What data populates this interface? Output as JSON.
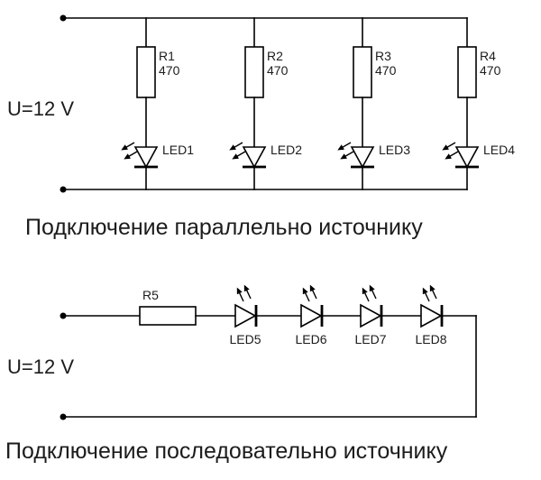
{
  "colors": {
    "wire": "#000000",
    "text": "#1c1c1c",
    "background": "#ffffff"
  },
  "top_circuit": {
    "voltage_label": "U=12 V",
    "caption": "Подключение параллельно источнику",
    "branches": [
      {
        "resistor_name": "R1",
        "resistor_value": "470",
        "led": "LED1"
      },
      {
        "resistor_name": "R2",
        "resistor_value": "470",
        "led": "LED2"
      },
      {
        "resistor_name": "R3",
        "resistor_value": "470",
        "led": "LED3"
      },
      {
        "resistor_name": "R4",
        "resistor_value": "470",
        "led": "LED4"
      }
    ]
  },
  "bottom_circuit": {
    "voltage_label": "U=12 V",
    "caption": "Подключение последовательно источнику",
    "resistor_name": "R5",
    "leds": [
      "LED5",
      "LED6",
      "LED7",
      "LED8"
    ]
  }
}
